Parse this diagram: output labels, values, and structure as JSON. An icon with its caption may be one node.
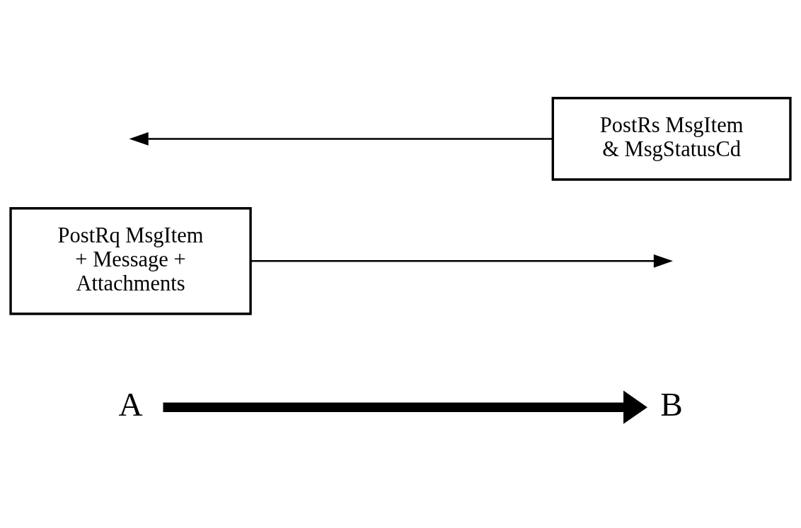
{
  "diagram": {
    "nodes": [
      {
        "text": [
          "A"
        ]
      },
      {
        "text": [
          "B"
        ]
      },
      {
        "text": [
          "PostRq MsgItem + Message + Attachments"
        ]
      },
      {
        "text": [
          "PostRs MsgItem & MsgStatusCd"
        ]
      }
    ],
    "edges": [
      {
        "from": 0,
        "to": 1,
        "arrow": "to",
        "style": "thick"
      },
      {
        "from": 2,
        "to": null,
        "arrow": "to"
      },
      {
        "from": 3,
        "to": null,
        "arrow": "to"
      }
    ]
  }
}
